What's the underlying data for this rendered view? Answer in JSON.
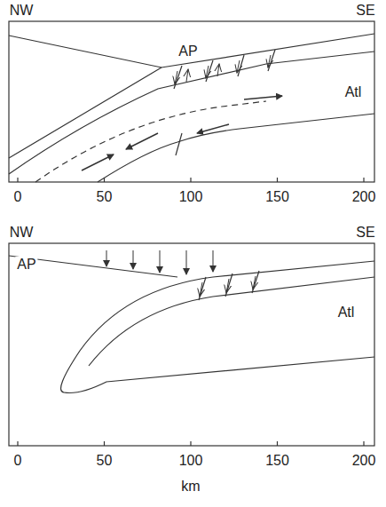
{
  "diagram": {
    "labels": [
      "NW",
      "SE",
      "AP",
      "Atl",
      "0",
      "50",
      "100",
      "150",
      "200",
      "NW",
      "SE",
      "AP",
      "Atl",
      "0",
      "50",
      "100",
      "150",
      "200",
      "km"
    ]
  }
}
